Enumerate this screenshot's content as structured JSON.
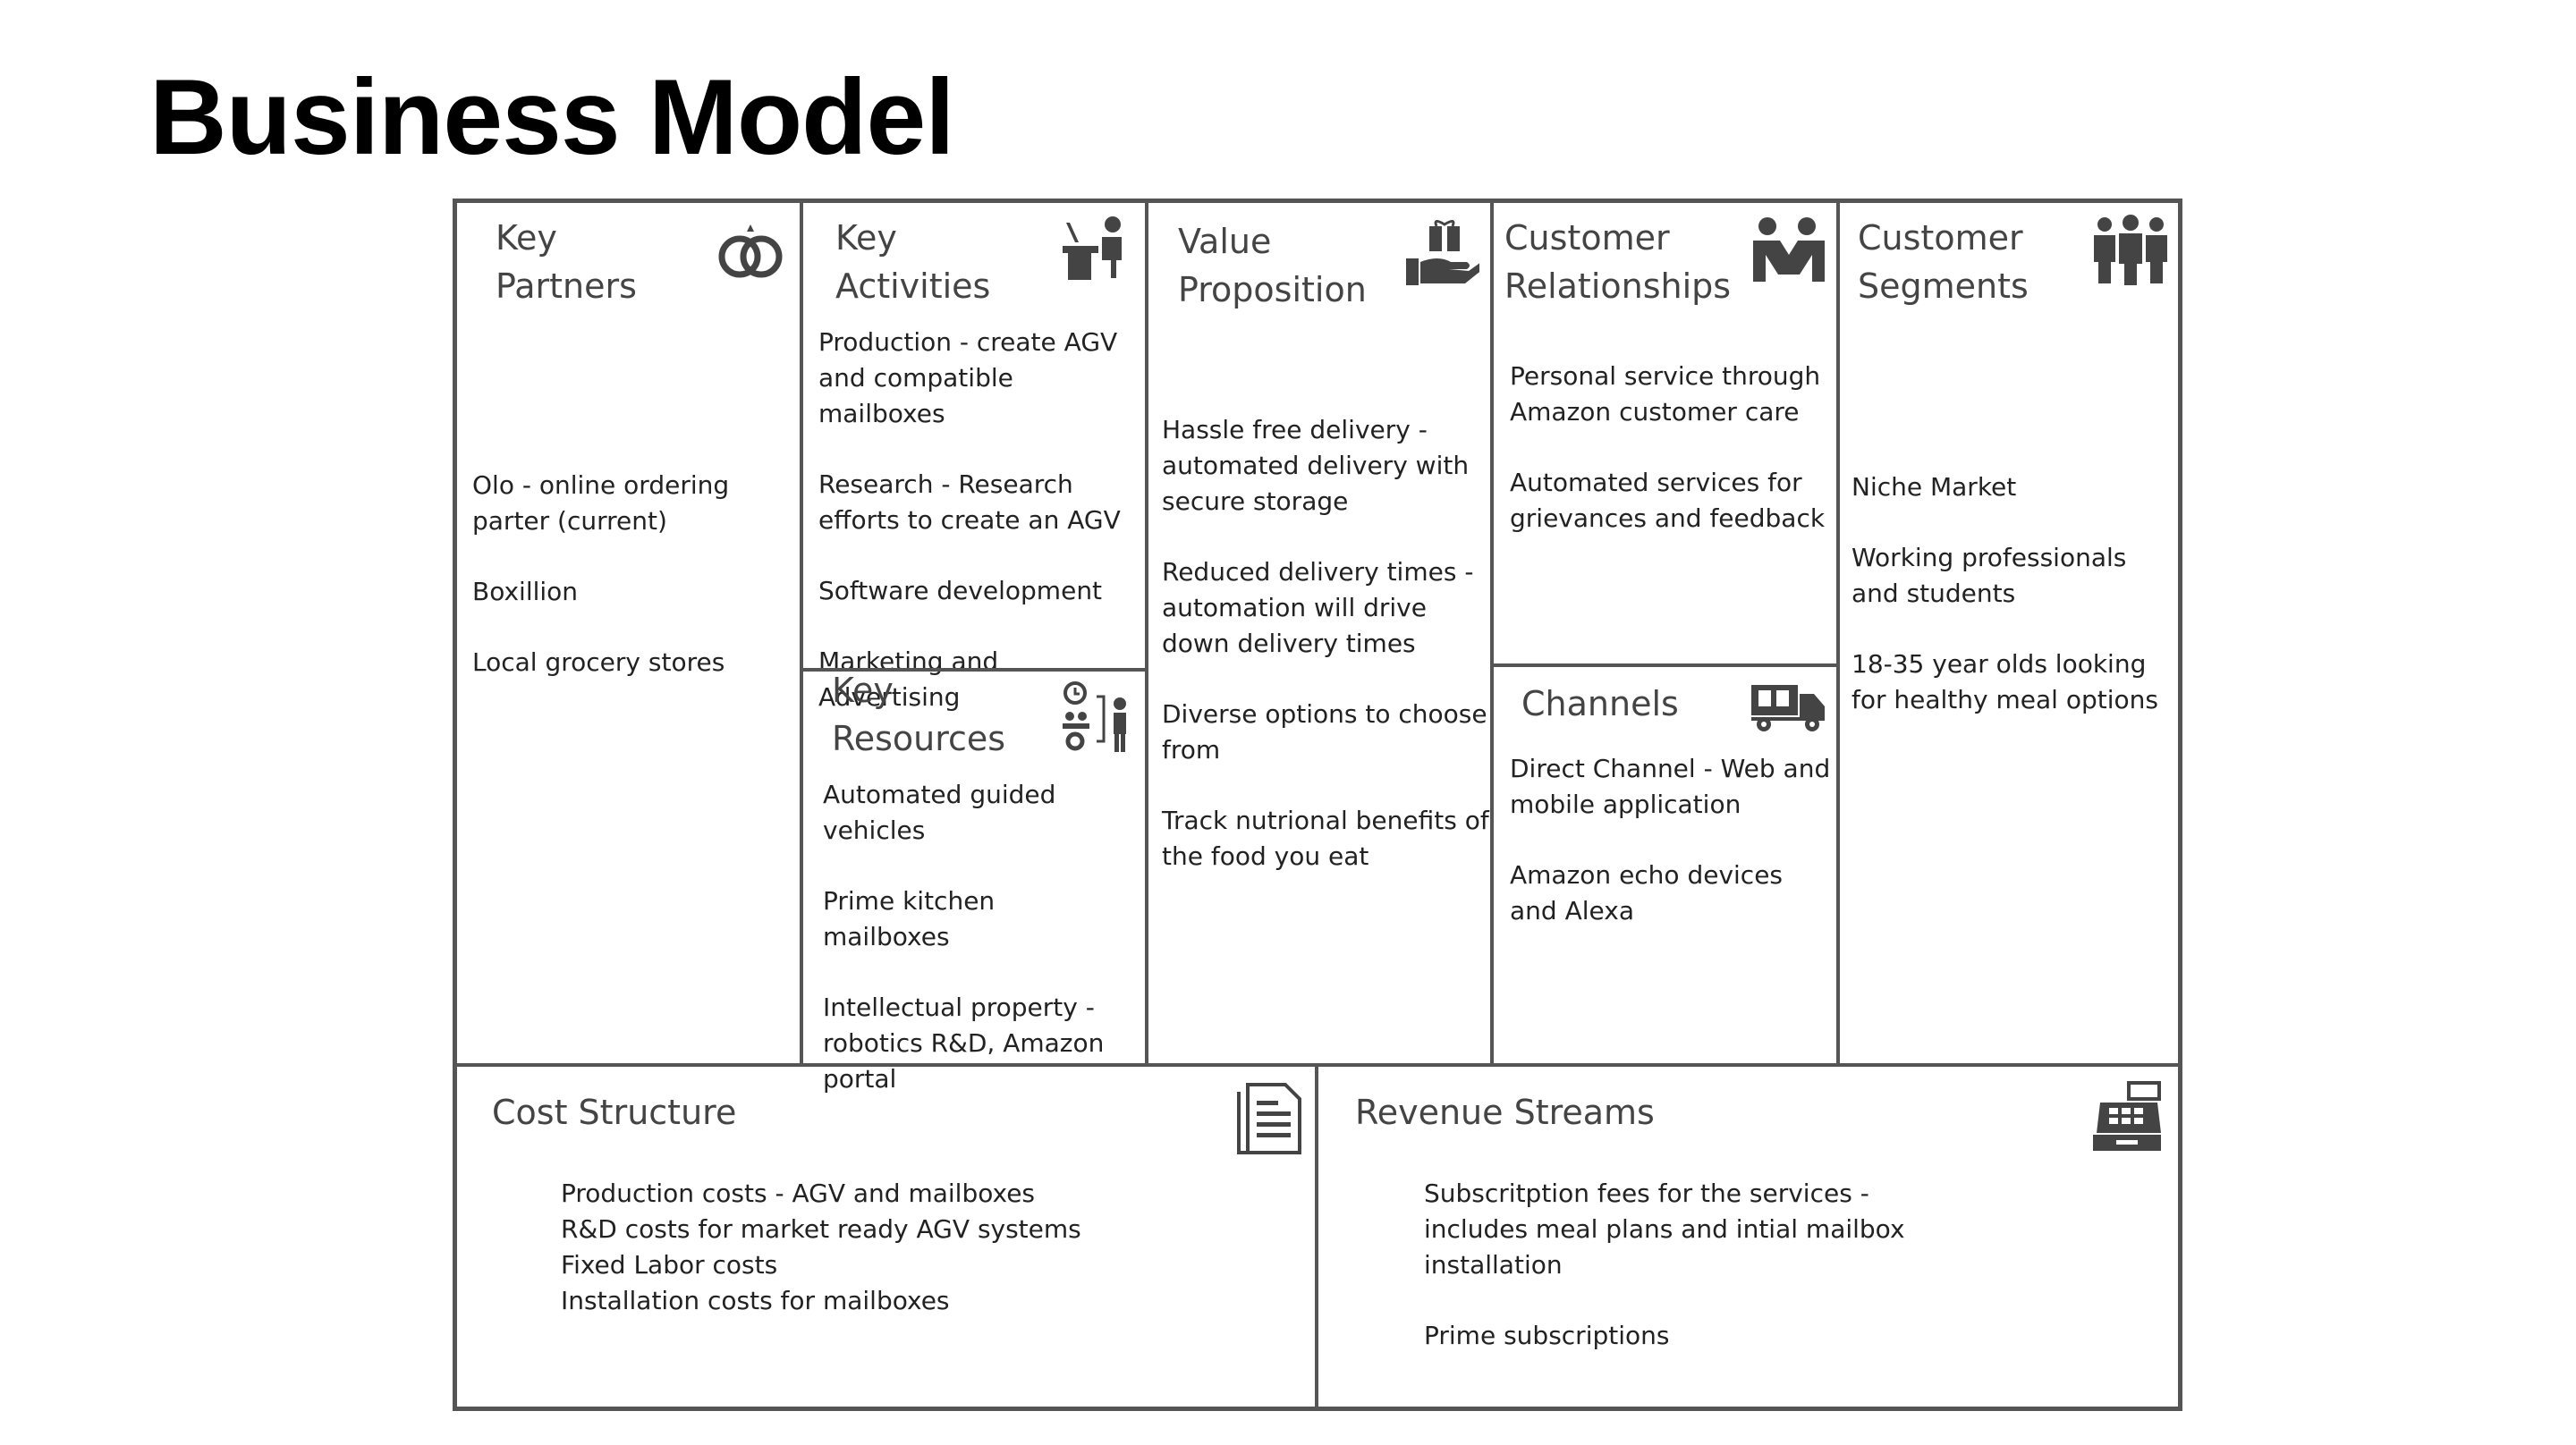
{
  "page": {
    "title": "Business Model"
  },
  "canvas": {
    "key_partners": {
      "heading": [
        "Key",
        "Partners"
      ],
      "icon": "rings-icon",
      "items": [
        "Olo - online ordering parter (current)",
        "Boxillion",
        "Local grocery stores"
      ]
    },
    "key_activities": {
      "heading": [
        "Key",
        "Activities"
      ],
      "icon": "worker-at-desk-icon",
      "items": [
        "Production - create AGV and compatible mailboxes",
        "Research - Research efforts to create an AGV",
        "Software development",
        "Marketing and Advertising"
      ]
    },
    "key_resources": {
      "heading": [
        "Key",
        "Resources"
      ],
      "icon": "resources-icon",
      "items": [
        "Automated guided vehicles",
        "Prime kitchen mailboxes",
        "Intellectual property - robotics R&D, Amazon portal"
      ]
    },
    "value_proposition": {
      "heading": [
        "Value",
        "Proposition"
      ],
      "icon": "gift-hand-icon",
      "items": [
        "Hassle free delivery - automated delivery with secure storage",
        "Reduced delivery times - automation will drive down delivery times",
        "Diverse options to choose from",
        "Track nutrional benefits of the food you eat"
      ]
    },
    "customer_relationships": {
      "heading": [
        "Customer",
        "Relationships"
      ],
      "icon": "two-people-icon",
      "items": [
        "Personal service through Amazon customer care",
        "Automated services for grievances and feedback"
      ]
    },
    "channels": {
      "heading": [
        "Channels"
      ],
      "icon": "delivery-truck-icon",
      "items": [
        "Direct Channel - Web and mobile application",
        "Amazon echo devices and Alexa"
      ]
    },
    "customer_segments": {
      "heading": [
        "Customer",
        "Segments"
      ],
      "icon": "group-of-people-icon",
      "items": [
        "Niche Market",
        "Working professionals and students",
        "18-35 year olds looking for healthy meal options"
      ]
    },
    "cost_structure": {
      "heading": [
        "Cost Structure"
      ],
      "icon": "document-icon",
      "items": [
        "Production costs - AGV and mailboxes",
        "R&D costs for market ready AGV systems",
        "Fixed Labor costs",
        "Installation costs for mailboxes"
      ]
    },
    "revenue_streams": {
      "heading": [
        "Revenue Streams"
      ],
      "icon": "cash-register-icon",
      "items": [
        "Subscritption fees for the services - includes meal plans and intial mailbox installation",
        "Prime subscriptions"
      ]
    }
  }
}
